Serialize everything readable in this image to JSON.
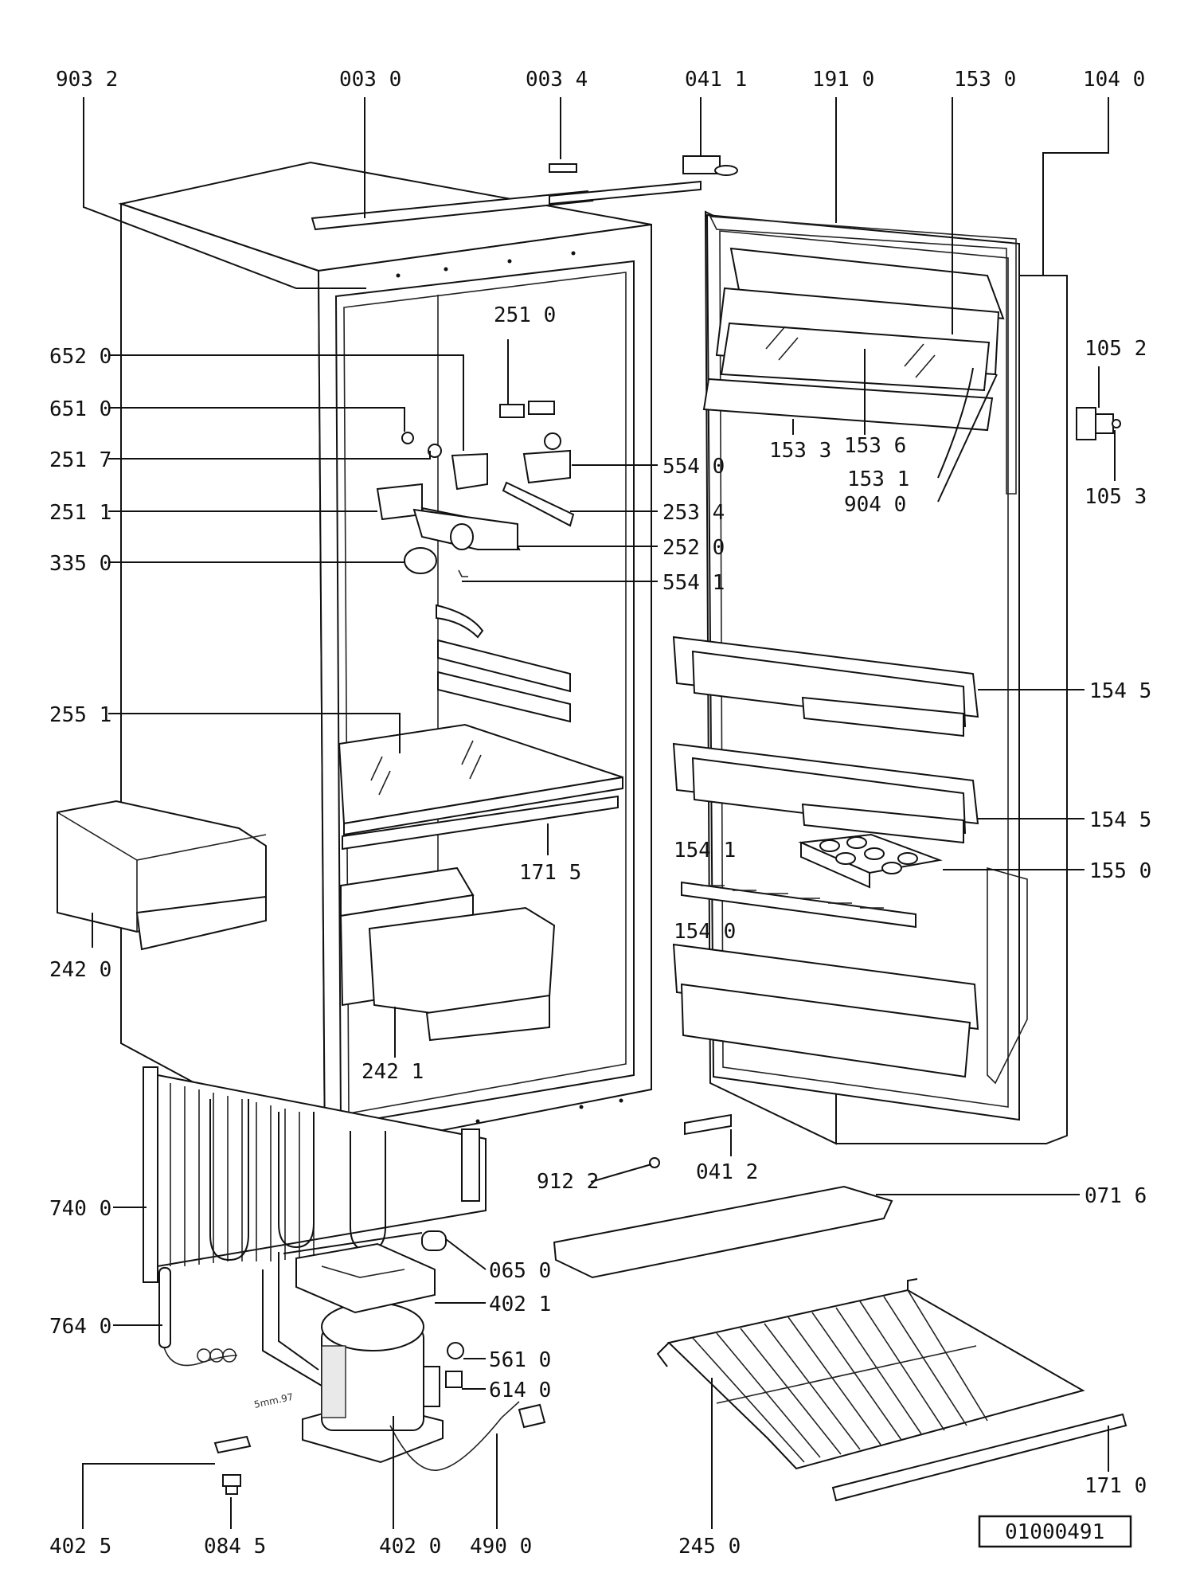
{
  "diagram": {
    "document_number": "01000491",
    "small_text": "5mm.97",
    "labels": [
      "903 2",
      "003 0",
      "003 4",
      "041 1",
      "191 0",
      "153 0",
      "104 0",
      "251 0",
      "652 0",
      "651 0",
      "251 7",
      "251 1",
      "335 0",
      "554 0",
      "253 4",
      "252 0",
      "554 1",
      "105 2",
      "105 3",
      "153 3",
      "153 6",
      "153 1",
      "904 0",
      "255 1",
      "171 5",
      "242 0",
      "242 1",
      "154 5",
      "154 5",
      "155 0",
      "154 1",
      "154 0",
      "041 2",
      "912 2",
      "071 6",
      "740 0",
      "764 0",
      "065 0",
      "402 1",
      "561 0",
      "614 0",
      "402 5",
      "084 5",
      "402 0",
      "490 0",
      "245 0",
      "171 0"
    ]
  }
}
